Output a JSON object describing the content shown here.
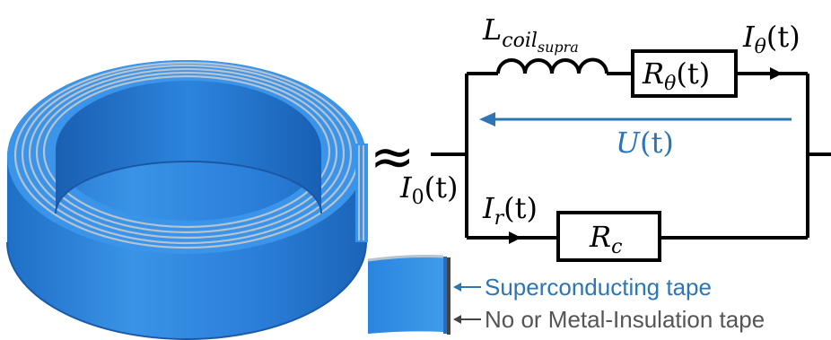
{
  "circuit": {
    "inductor_label": {
      "main": "L",
      "sub": "coil",
      "subsub": "supra"
    },
    "resistor_theta": {
      "main": "R",
      "sub": "θ",
      "arg": "(t)"
    },
    "current_theta": {
      "main": "I",
      "sub": "θ",
      "arg": "(t)"
    },
    "voltage": {
      "main": "U",
      "arg": "(t)"
    },
    "current_total": {
      "main": "I",
      "sub": "0",
      "arg": "(t)"
    },
    "current_radial": {
      "main": "I",
      "sub": "r",
      "arg": "(t)"
    },
    "resistor_contact": {
      "main": "R",
      "sub": "c"
    },
    "approx_symbol": "≈"
  },
  "legend": {
    "superconducting": "Superconducting tape",
    "insulation": "No or Metal-Insulation tape"
  },
  "colors": {
    "coil_blue": "#2f86e0",
    "coil_light": "#4ea7f2",
    "voltage_blue": "#2e75b6",
    "wire": "#000000"
  }
}
